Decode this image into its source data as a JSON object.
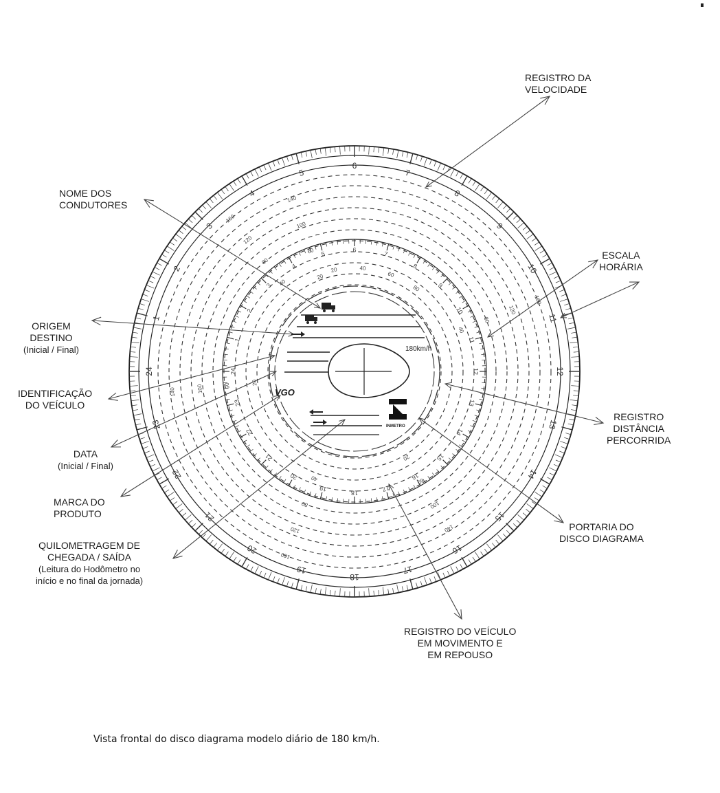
{
  "disc": {
    "hour_numbers": [
      "24",
      "1",
      "2",
      "3",
      "4",
      "5",
      "6",
      "7",
      "8",
      "9",
      "10",
      "11",
      "12",
      "13",
      "14",
      "15",
      "16",
      "17",
      "18",
      "19",
      "20",
      "21",
      "22",
      "23"
    ],
    "speed_marks": [
      "20",
      "40",
      "60",
      "80",
      "100",
      "120",
      "140",
      "160"
    ],
    "inner_speed_marks": [
      "20",
      "40",
      "60",
      "80"
    ],
    "center_speed_label": "180km/h",
    "product_mark": "VGO",
    "certification_mark": "INMETRO"
  },
  "labels": {
    "registro_velocidade": [
      "REGISTRO DA",
      "VELOCIDADE"
    ],
    "nome_condutores": [
      "NOME DOS",
      "CONDUTORES"
    ],
    "escala_horaria": [
      "ESCALA",
      "HORÁRIA"
    ],
    "origem_destino": [
      "ORIGEM",
      "DESTINO",
      "(Inicial / Final)"
    ],
    "identificacao_veiculo": [
      "IDENTIFICAÇÃO",
      "DO VEÍCULO"
    ],
    "registro_distancia": [
      "REGISTRO",
      "DISTÂNCIA",
      "PERCORRIDA"
    ],
    "data": [
      "DATA",
      "(Inicial / Final)"
    ],
    "marca_produto": [
      "MARCA DO",
      "PRODUTO"
    ],
    "portaria_disco": [
      "PORTARIA DO",
      "DISCO DIAGRAMA"
    ],
    "quilometragem": [
      "QUILOMETRAGEM DE",
      "CHEGADA / SAÍDA",
      "(Leitura do Hodômetro no",
      "início e no final da jornada)"
    ],
    "registro_veiculo": [
      "REGISTRO DO VEÍCULO",
      "EM MOVIMENTO E",
      "EM REPOUSO"
    ]
  },
  "caption": "Vista frontal do disco diagrama modelo diário de 180 km/h.",
  "colors": {
    "ink": "#1c1c1c",
    "line": "#333333",
    "background": "#ffffff"
  }
}
